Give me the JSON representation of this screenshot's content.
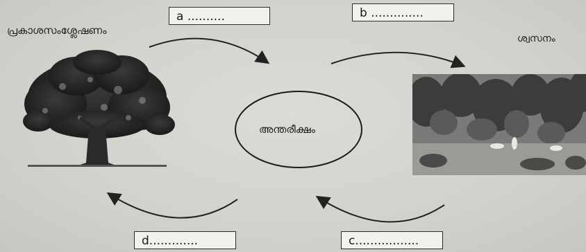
{
  "labels": {
    "a": "a   ..........",
    "b": "b ..............",
    "c": "c.................",
    "d": "d............."
  },
  "center_text": "അന്തരീക്ഷം",
  "left_text": "പ്രകാശസംശ്ലേഷണം",
  "right_text": "ശ്വസനം"
}
